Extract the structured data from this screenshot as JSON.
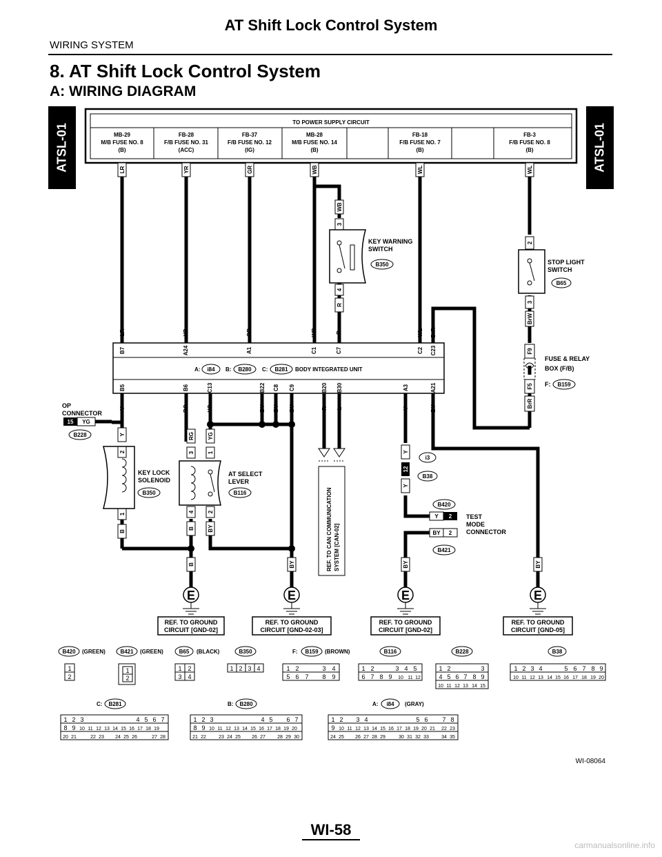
{
  "header": {
    "title": "AT Shift Lock Control System",
    "subtitle": "WIRING SYSTEM"
  },
  "section": {
    "title": "8. AT Shift Lock Control System",
    "subtitle": "A: WIRING DIAGRAM"
  },
  "side_tab": "ATSL-01",
  "power": {
    "title": "TO POWER SUPPLY CIRCUIT",
    "fuses": [
      {
        "l1": "MB-29",
        "l2": "M/B FUSE NO. 8",
        "l3": "(B)"
      },
      {
        "l1": "FB-28",
        "l2": "F/B FUSE NO. 31",
        "l3": "(ACC)"
      },
      {
        "l1": "FB-37",
        "l2": "F/B FUSE NO. 12",
        "l3": "(IG)"
      },
      {
        "l1": "MB-28",
        "l2": "M/B FUSE NO. 14",
        "l3": "(B)"
      },
      {
        "l1": "FB-18",
        "l2": "F/B FUSE NO. 7",
        "l3": "(B)"
      },
      {
        "l1": "FB-3",
        "l2": "F/B FUSE NO. 8",
        "l3": "(B)"
      }
    ],
    "wires": [
      "LR",
      "YR",
      "GR",
      "WB",
      "WL",
      "WL"
    ]
  },
  "key_warning": {
    "label1": "KEY WARNING",
    "label2": "SWITCH",
    "conn": "B350",
    "pin_top": "3",
    "pin_bot": "4",
    "wire_top": "WB",
    "wire_bot": "R"
  },
  "stop_light": {
    "label1": "STOP LIGHT",
    "label2": "SWITCH",
    "conn": "B65",
    "pin_top": "2",
    "pin_bot": "3",
    "wire_bot": "BrW"
  },
  "fuse_relay": {
    "label1": "FUSE & RELAY",
    "label2": "BOX (F/B)",
    "prefix": "F:",
    "conn": "B159",
    "pin_top": "F9",
    "pin_bot": "F5",
    "wire_bot": "BrR"
  },
  "biu": {
    "label": "BODY INTEGRATED UNIT",
    "a": "A:",
    "a_conn": "i84",
    "b": "B:",
    "b_conn": "B280",
    "c": "C:",
    "c_conn": "B281",
    "top_pins": [
      "B7",
      "A24",
      "A1",
      "C1",
      "C7",
      "C2",
      "C23"
    ],
    "top_wires": [
      "LR",
      "YR",
      "GR",
      "WB",
      "R",
      "WL",
      "BrR"
    ],
    "bot_pins": [
      "B5",
      "B6",
      "C13",
      "B22",
      "C8",
      "C9",
      "B20",
      "B30",
      "A3",
      "A21"
    ],
    "bot_wires": [
      "Y",
      "RG",
      "YG",
      "BY",
      "BY",
      "BY",
      "R",
      "L",
      "Y",
      "BY"
    ]
  },
  "op": {
    "label1": "OP",
    "label2": "CONNECTOR",
    "pin": "15",
    "wire": "YG",
    "conn": "B228"
  },
  "key_lock": {
    "label1": "KEY LOCK",
    "label2": "SOLENOID",
    "conn": "B350",
    "pin_top": "2",
    "pin_bot": "1",
    "wire_top": "Y",
    "wire_bot": "B"
  },
  "at_select": {
    "label1": "AT SELECT",
    "label2": "LEVER",
    "conn": "B116",
    "pins_top": [
      "3",
      "1"
    ],
    "pins_bot": [
      "4",
      "2"
    ],
    "wires_top": [
      "RG",
      "YG"
    ],
    "wires_bot": [
      "B",
      "BY"
    ]
  },
  "can_ref": {
    "l1": "REF. TO CAN COMMUNICATION",
    "l2": "SYSTEM [CAN-02]"
  },
  "i3": {
    "conn": "i3",
    "pin": "12",
    "conn2": "B38",
    "wire": "Y"
  },
  "test_mode": {
    "label1": "TEST",
    "label2": "MODE",
    "label3": "CONNECTOR",
    "conn_a": "B420",
    "conn_b": "B421",
    "pin": "2",
    "wire_a": "Y",
    "wire_b": "BY"
  },
  "ground_wires": [
    "B",
    "BY",
    "BY",
    "BY"
  ],
  "ground_mark": "E",
  "ground_refs": [
    {
      "l1": "REF. TO GROUND",
      "l2": "CIRCUIT [GND-02]"
    },
    {
      "l1": "REF. TO GROUND",
      "l2": "CIRCUIT [GND-02-03]"
    },
    {
      "l1": "REF. TO GROUND",
      "l2": "CIRCUIT [GND-02]"
    },
    {
      "l1": "REF. TO GROUND",
      "l2": "CIRCUIT [GND-05]"
    }
  ],
  "legend": {
    "b420": {
      "id": "B420",
      "note": "(GREEN)"
    },
    "b421": {
      "id": "B421",
      "note": "(GREEN)"
    },
    "b65": {
      "id": "B65",
      "note": "(BLACK)"
    },
    "b350": {
      "id": "B350"
    },
    "b159": {
      "prefix": "F:",
      "id": "B159",
      "note": "(BROWN)"
    },
    "b116": {
      "id": "B116"
    },
    "b228": {
      "id": "B228"
    },
    "b38": {
      "id": "B38"
    },
    "b281": {
      "prefix": "C:",
      "id": "B281"
    },
    "b280": {
      "prefix": "B:",
      "id": "B280"
    },
    "i84": {
      "prefix": "A:",
      "id": "i84",
      "note": "(GRAY)"
    }
  },
  "figure_id": "WI-08064",
  "page_number": "WI-58",
  "watermark": "carmanualsonline.info"
}
